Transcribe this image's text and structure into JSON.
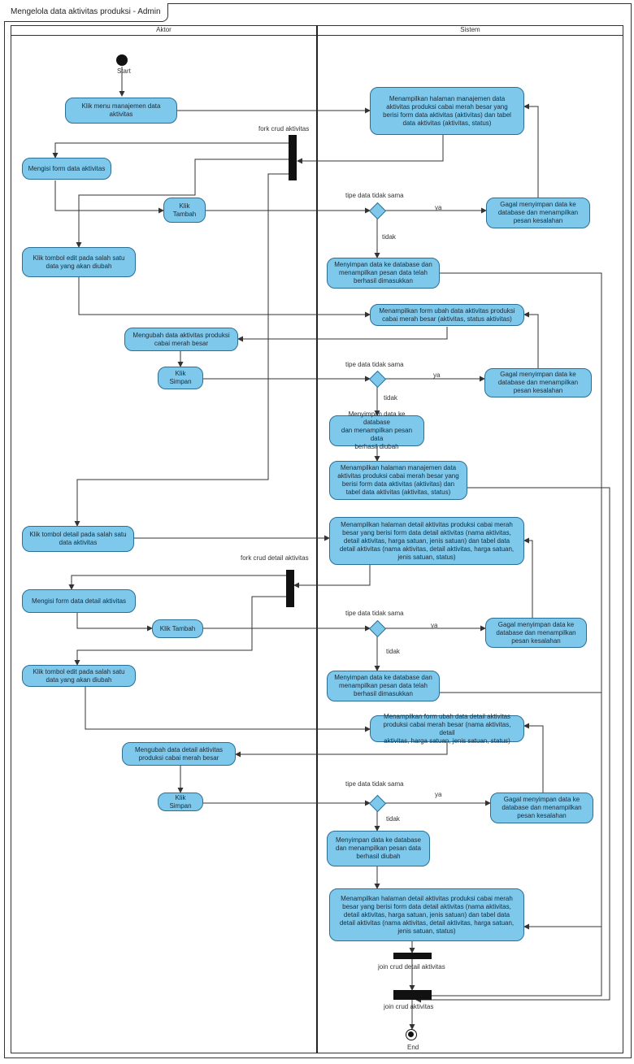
{
  "diagram_title": "Mengelola data aktivitas produksi - Admin",
  "lanes": {
    "actor": "Aktor",
    "system": "Sistem"
  },
  "nodes": {
    "start_label": "Start",
    "end_label": "End",
    "a1": "Klik menu manajemen data\naktivitas",
    "s1": "Menampilkan halaman manajemen data\naktivitas produksi cabai merah besar yang\nberisi form data aktivitas (aktivitas) dan tabel\ndata aktivitas (aktivitas, status)",
    "fork1": "fork crud aktivitas",
    "a2": "Mengisi form data aktivitas",
    "a3": "Klik\nTambah",
    "d1": "tipe data tidak sama",
    "d1_yes": "ya",
    "d1_no": "tidak",
    "s2": "Gagal menyimpan data ke\ndatabase dan menampilkan\npesan kesalahan",
    "a4": "Klik tombol edit pada salah satu\ndata yang akan diubah",
    "s3": "Menyimpan data ke database dan\nmenampilkan pesan data telah\nberhasil dimasukkan",
    "s4": "Menampilkan form ubah data aktivitas produksi\ncabai merah besar (aktivitas, status aktivitas)",
    "a5": "Mengubah data aktivitas produksi\ncabai merah besar",
    "a6": "Klik Simpan",
    "d2": "tipe data tidak sama",
    "d2_yes": "ya",
    "d2_no": "tidak",
    "s5": "Gagal menyimpan data ke\ndatabase dan menampilkan\npesan kesalahan",
    "s6": "Menyimpan data ke database\ndan menampilkan pesan data\nberhasil diubah",
    "s7": "Menampilkan halaman manajemen data\naktivitas produksi cabai merah besar yang\nberisi form data aktivitas (aktivitas) dan\ntabel data aktivitas (aktivitas, status)",
    "a7": "Klik tombol detail pada salah satu\ndata aktivitas",
    "s8": "Menampilkan halaman detail aktivitas produksi cabai merah\nbesar yang berisi form data detail aktivitas (nama aktivitas,\ndetail aktivitas, harga satuan, jenis satuan) dan tabel data\ndetail aktivitas (nama aktivitas, detail aktivitas, harga satuan,\njenis satuan, status)",
    "fork2": "fork crud detail aktivitas",
    "a8": "Mengisi form data detail aktivitas",
    "a9": "Klik Tambah",
    "d3": "tipe data tidak sama",
    "d3_yes": "ya",
    "d3_no": "tidak",
    "s9": "Gagal menyimpan data ke\ndatabase dan menampilkan\npesan kesalahan",
    "a10": "Klik tombol edit pada salah satu\ndata yang akan diubah",
    "s10": "Menyimpan data ke database dan\nmenampilkan pesan data telah\nberhasil dimasukkan",
    "s11": "Menampilkan form ubah data detail aktivitas\nproduksi cabai merah besar (nama aktivitas, detail\naktivitas, harga satuan, jenis satuan, status)",
    "a11": "Mengubah data detail aktivitas\nproduksi cabai merah besar",
    "a12": "Klik Simpan",
    "d4": "tipe data tidak sama",
    "d4_yes": "ya",
    "d4_no": "tidak",
    "s12": "Gagal menyimpan data ke\ndatabase dan menampilkan\npesan kesalahan",
    "s13": "Menyimpan data ke database\ndan menampilkan pesan data\nberhasil diubah",
    "s14": "Menampilkan halaman detail aktivitas produksi cabai merah\nbesar yang berisi form data detail aktivitas (nama aktivitas,\ndetail aktivitas, harga satuan, jenis satuan) dan tabel data\ndetail aktivitas (nama aktivitas, detail aktivitas, harga satuan,\njenis satuan, status)",
    "join2": "join crud detail aktivitas",
    "join1": "join crud aktivitas"
  },
  "colors": {
    "node_fill": "#7ec8ec",
    "node_border": "#2a6f95",
    "edge": "#333333"
  }
}
